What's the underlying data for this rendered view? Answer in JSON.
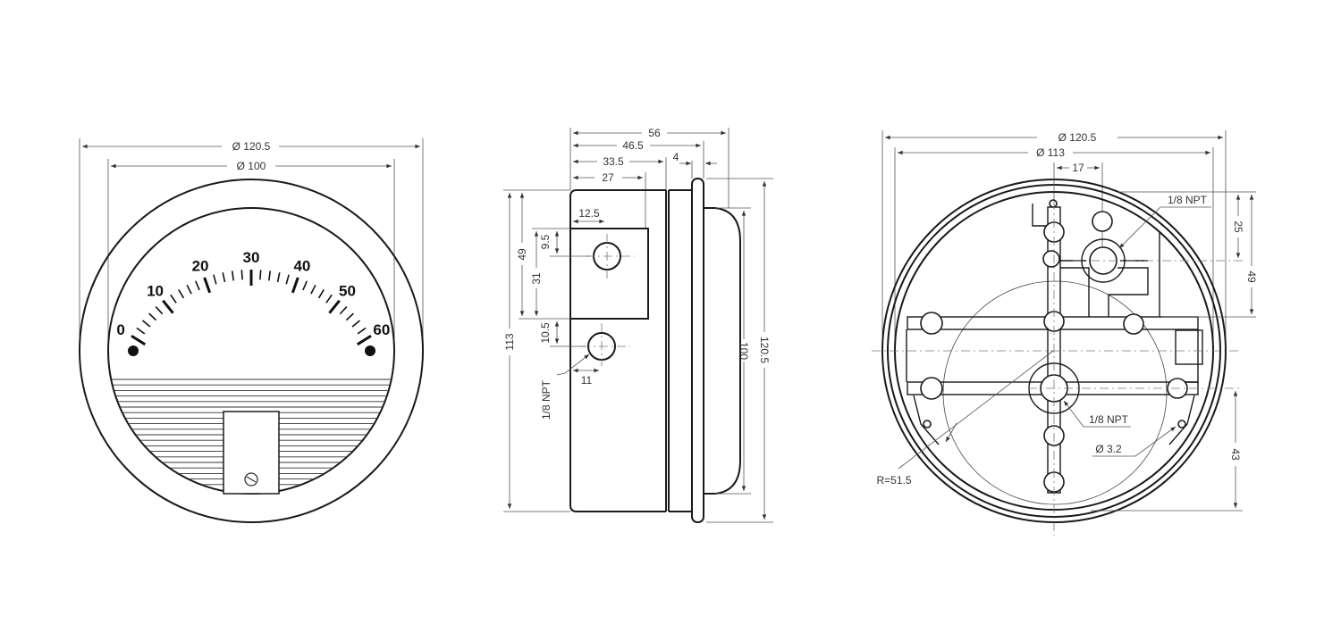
{
  "front_view": {
    "dim_outer": "Ø 120.5",
    "dim_inner": "Ø 100",
    "scale": {
      "min": 0,
      "max": 60,
      "major_step": 10,
      "minor_step": 2,
      "labels": [
        "0",
        "10",
        "20",
        "30",
        "40",
        "50",
        "60"
      ]
    }
  },
  "side_view": {
    "dim_56": "56",
    "dim_46_5": "46.5",
    "dim_33_5": "33.5",
    "dim_4": "4",
    "dim_27": "27",
    "dim_12_5": "12.5",
    "dim_9_5": "9.5",
    "dim_49": "49",
    "dim_31": "31",
    "dim_113": "113",
    "dim_10_5": "10.5",
    "dim_11": "11",
    "port_label": "1/8 NPT",
    "dim_100": "100",
    "dim_120_5": "120.5"
  },
  "back_view": {
    "dim_outer": "Ø 120.5",
    "dim_113": "Ø 113",
    "dim_17": "17",
    "dim_25": "25",
    "dim_49": "49",
    "dim_43": "43",
    "port_top": "1/8 NPT",
    "port_center": "1/8 NPT",
    "hole": "Ø 3.2",
    "radius": "R=51.5"
  }
}
